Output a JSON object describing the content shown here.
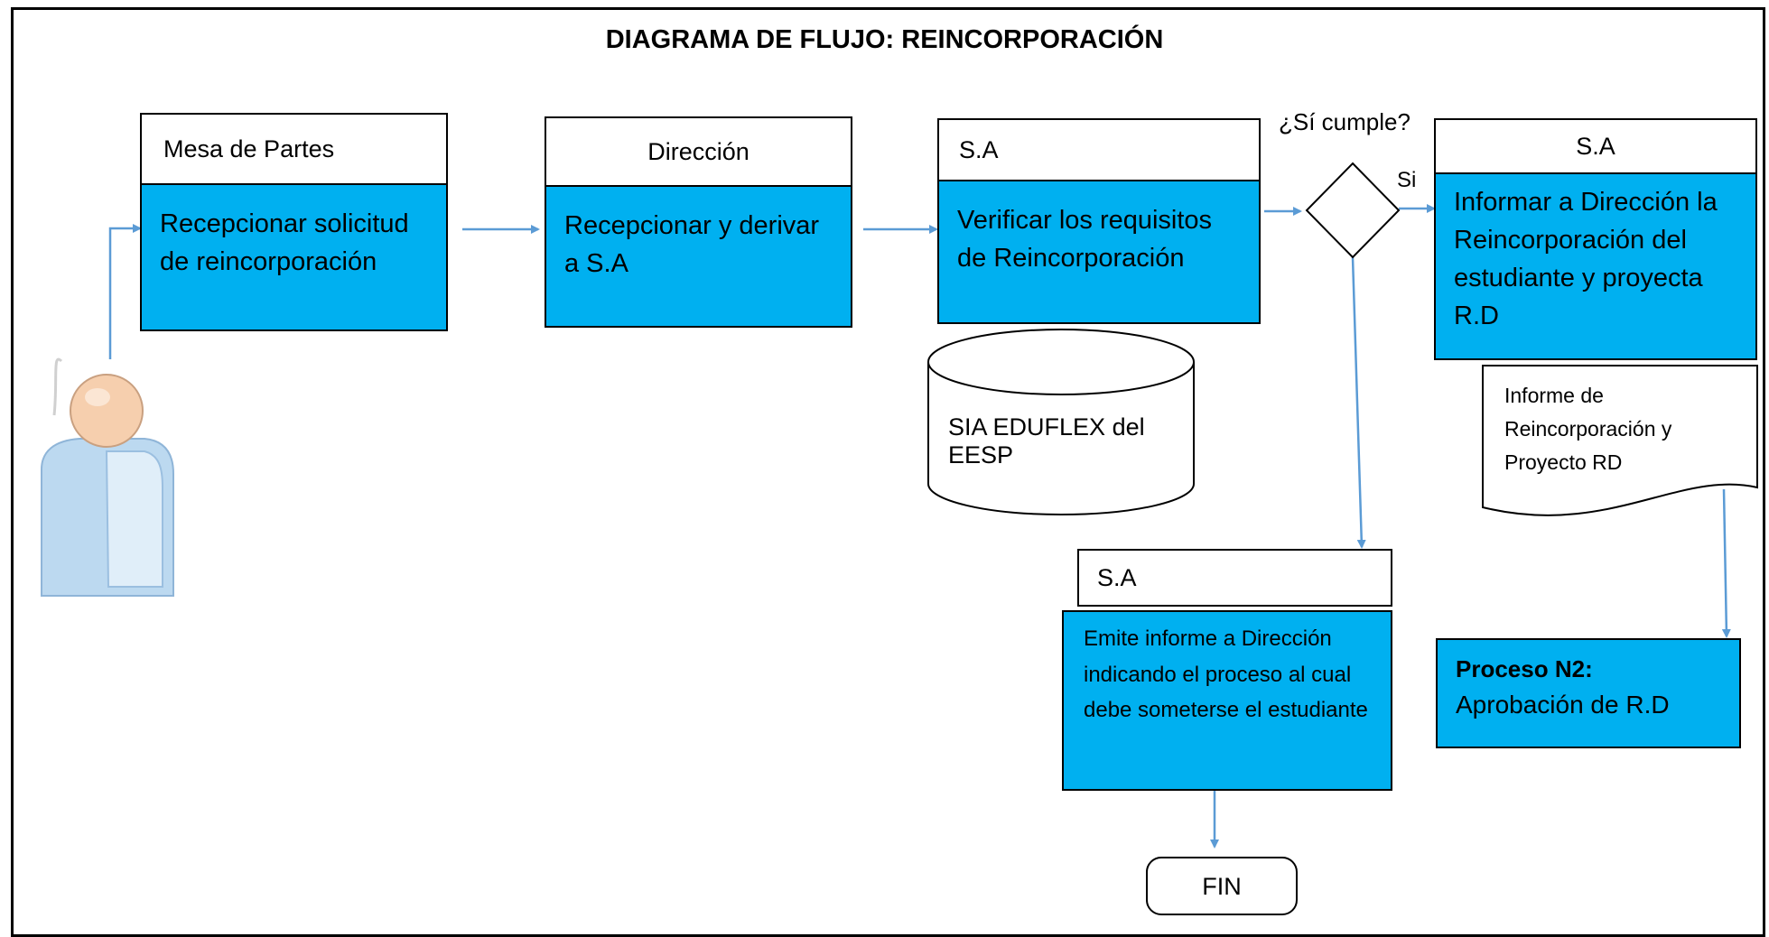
{
  "title": "DIAGRAMA DE FLUJO: REINCORPORACIÓN",
  "steps": {
    "mesa": {
      "header": "Mesa de Partes",
      "text": "Recepcionar solicitud de reincorporación"
    },
    "direccion": {
      "header": "Dirección",
      "text": "Recepcionar y derivar a S.A"
    },
    "sa_verificar": {
      "header": "S.A",
      "text": "Verificar los requisitos de Reincorporación"
    },
    "sa_informar": {
      "header": "S.A",
      "text": "Informar a Dirección la Reincorporación del estudiante y proyecta R.D"
    },
    "sa_emite": {
      "header": "S.A",
      "text": "Emite informe a Dirección indicando el proceso al cual debe someterse el estudiante"
    }
  },
  "decision": {
    "question": "¿Sí cumple?",
    "yes_label": "Si"
  },
  "database": {
    "label": "SIA EDUFLEX del EESP"
  },
  "document": {
    "text": "Informe de Reincorporación y Proyecto RD"
  },
  "process_n2": {
    "bold": "Proceso N2:",
    "text": "Aprobación de R.D"
  },
  "end": {
    "label": "FIN"
  },
  "colors": {
    "process_fill": "#00b0f0",
    "arrow": "#5b9bd5",
    "border": "#000000"
  },
  "icons": {
    "actor": "user-person-icon"
  }
}
